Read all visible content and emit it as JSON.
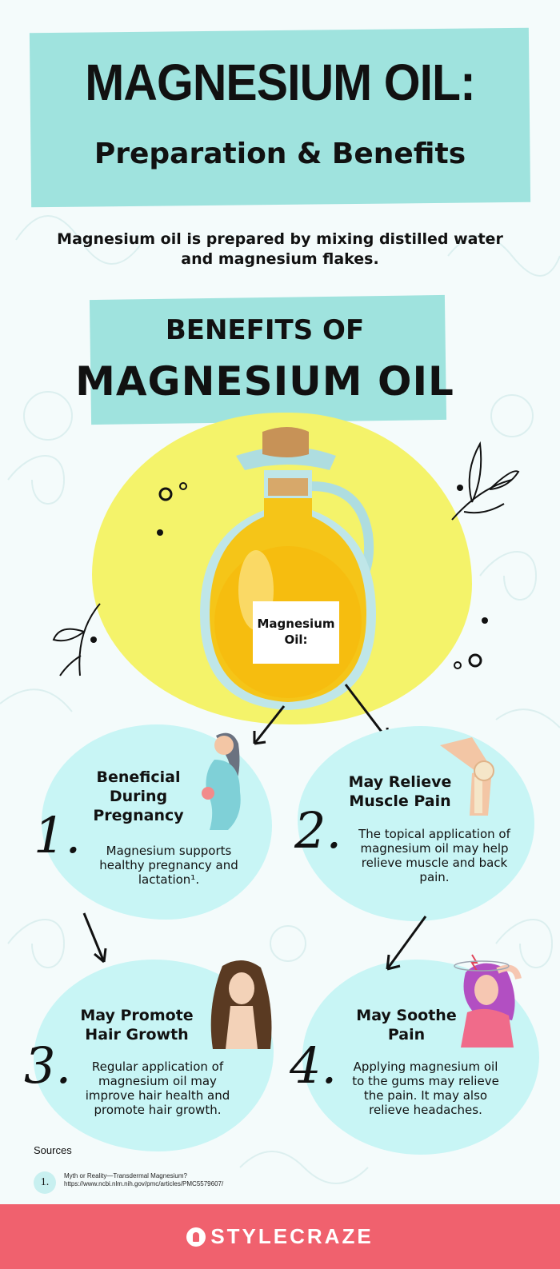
{
  "header": {
    "title": "MAGNESIUM OIL:",
    "subtitle": "Preparation & Benefits"
  },
  "intro": {
    "line1": "Magnesium oil is prepared by mixing distilled water",
    "line2": "and magnesium flakes."
  },
  "benefits_heading": {
    "line1": "BENEFITS OF",
    "line2": "MAGNESIUM OIL"
  },
  "bottle": {
    "label_line1": "Magnesium",
    "label_line2": "Oil:"
  },
  "benefits": [
    {
      "number": "1.",
      "title_lines": [
        "Beneficial",
        "During",
        "Pregnancy"
      ],
      "text_lines": [
        "Magnesium supports",
        "healthy pregnancy and",
        "lactation¹."
      ],
      "icon": "pregnant-woman-icon"
    },
    {
      "number": "2.",
      "title_lines": [
        "May Relieve",
        "Muscle Pain"
      ],
      "text_lines": [
        "The topical application of",
        "magnesium oil may help",
        "relieve muscle and back",
        "pain."
      ],
      "icon": "knee-joint-icon"
    },
    {
      "number": "3.",
      "title_lines": [
        "May Promote",
        "Hair Growth"
      ],
      "text_lines": [
        "Regular application of",
        "magnesium oil may",
        "improve hair health and",
        "promote hair growth."
      ],
      "icon": "long-hair-woman-icon"
    },
    {
      "number": "4.",
      "title_lines": [
        "May Soothe",
        "Pain"
      ],
      "text_lines": [
        "Applying magnesium oil",
        "to the gums may relieve",
        "the pain. It may also",
        "relieve headaches."
      ],
      "icon": "headache-woman-icon"
    }
  ],
  "sources": {
    "label": "Sources",
    "items": [
      {
        "number": "1.",
        "title": "Myth or Reality—Transdermal Magnesium?",
        "url": "https://www.ncbi.nlm.nih.gov/pmc/articles/PMC5579607/"
      }
    ]
  },
  "footer": {
    "brand": "STYLECRAZE"
  },
  "colors": {
    "accent_teal": "#8fded8",
    "circle_bg": "#c8f5f5",
    "yellow": "#f4f36a",
    "oil": "#f5c518",
    "footer_bg": "#f0616e"
  }
}
